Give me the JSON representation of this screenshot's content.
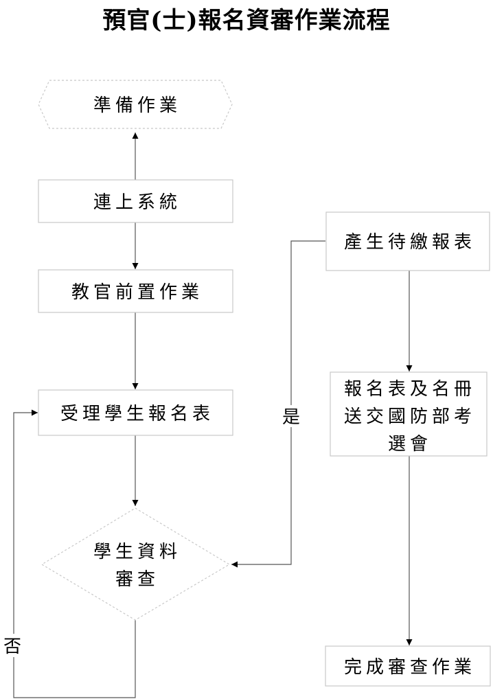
{
  "title": "預官(士)報名資審作業流程",
  "nodes": {
    "prepare": "準備作業",
    "connect": "連上系統",
    "instructor_setup": "教官前置作業",
    "accept_form": "受理學生報名表",
    "review_line1": "學生資料",
    "review_line2": "審查",
    "generate_report": "產生待繳報表",
    "send_line1": "報名表及名冊",
    "send_line2": "送交國防部考",
    "send_line3": "選會",
    "complete": "完成審查作業"
  },
  "edges": {
    "yes": "是",
    "no": "否"
  }
}
